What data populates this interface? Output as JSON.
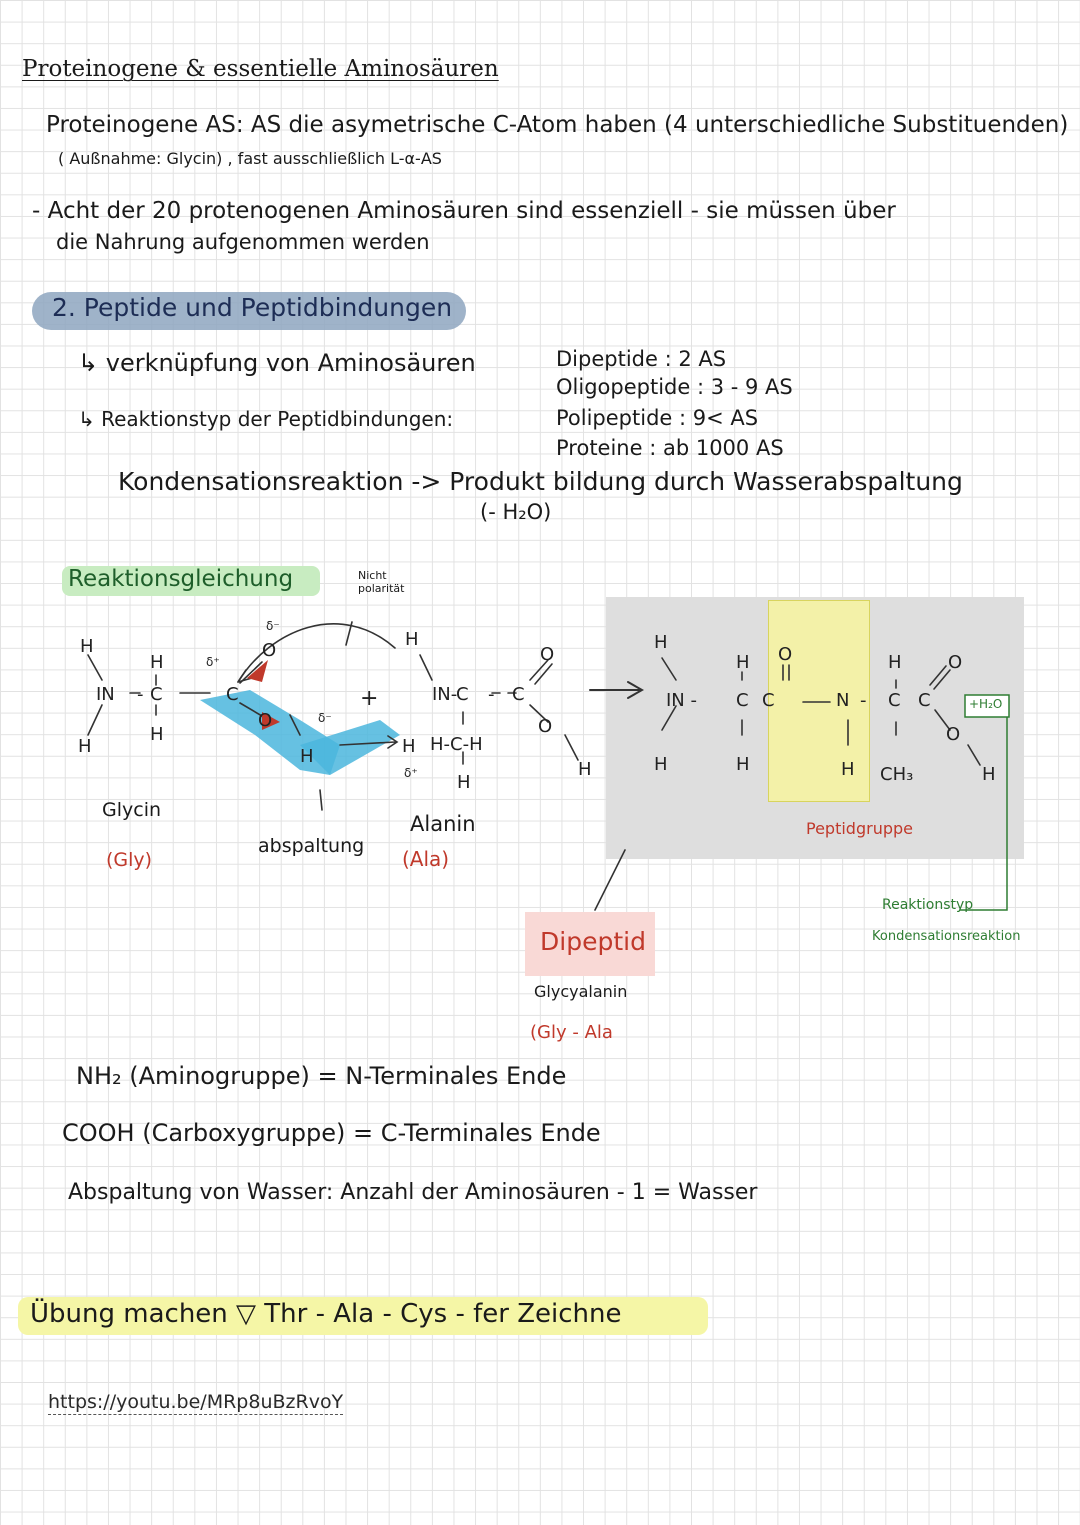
{
  "title": "Proteinogene & essentielle Aminosäuren",
  "definition": {
    "line1": "Proteinogene AS: AS die asymetrische C-Atom haben (4 unterschiedliche Substituenden)",
    "line2": "( Außnahme: Glycin) , fast ausschließlich L-α-AS"
  },
  "essential": {
    "line1": "- Acht der 20 protenogenen Aminosäuren sind essenziell - sie müssen über",
    "line2": "die Nahrung aufgenommen werden"
  },
  "section_heading": "2. Peptide und Peptidbindungen",
  "notes": {
    "linking": "↳ verknüpfung von Aminosäuren",
    "reaction_type": "↳ Reaktionstyp der Peptidbindungen:",
    "peptide_sizes": [
      "Dipeptide : 2 AS",
      "Oligopeptide : 3 - 9 AS",
      "Polipeptide : 9< AS",
      "Proteine : ab 1000 AS"
    ],
    "condensation": "Kondensationsreaktion -> Produkt bildung durch Wasserabspaltung",
    "water": "(- H₂O)"
  },
  "reaction": {
    "heading": "Reaktionsgleichung",
    "nicht_polar": "Nicht polarität",
    "glycin": "Glycin",
    "gly": "(Gly)",
    "abspaltung": "abspaltung",
    "alanin": "Alanin",
    "ala": "(Ala)",
    "peptidgruppe": "Peptidgruppe",
    "plus_water": "+H₂O",
    "reaktionstyp": "Reaktionstyp",
    "kondensation": "Kondensationsreaktion",
    "dipeptid": "Dipeptid",
    "glycyalanin": "Glycyalanin",
    "gly_ala": "(Gly - Ala"
  },
  "terminals": {
    "nh2": "NH₂ (Aminogruppe) = N-Terminales Ende",
    "cooh": "COOH (Carboxygruppe) = C-Terminales Ende",
    "water_count": "Abspaltung von Wasser: Anzahl der Aminosäuren - 1 = Wasser"
  },
  "exercise": "Übung machen ▽ Thr - Ala - Cys - fer Zeichne",
  "link": "https://youtu.be/MRp8uBzRvoY",
  "colors": {
    "blue_highlight": "#8ea6c0",
    "green_highlight": "#c8ecc1",
    "yellow_highlight": "#f5f6a6",
    "grey_box": "#dedede",
    "red_accent": "#c0392b",
    "green_ink": "#2e7d32",
    "cyan_highlight": "#4bb6dd"
  }
}
